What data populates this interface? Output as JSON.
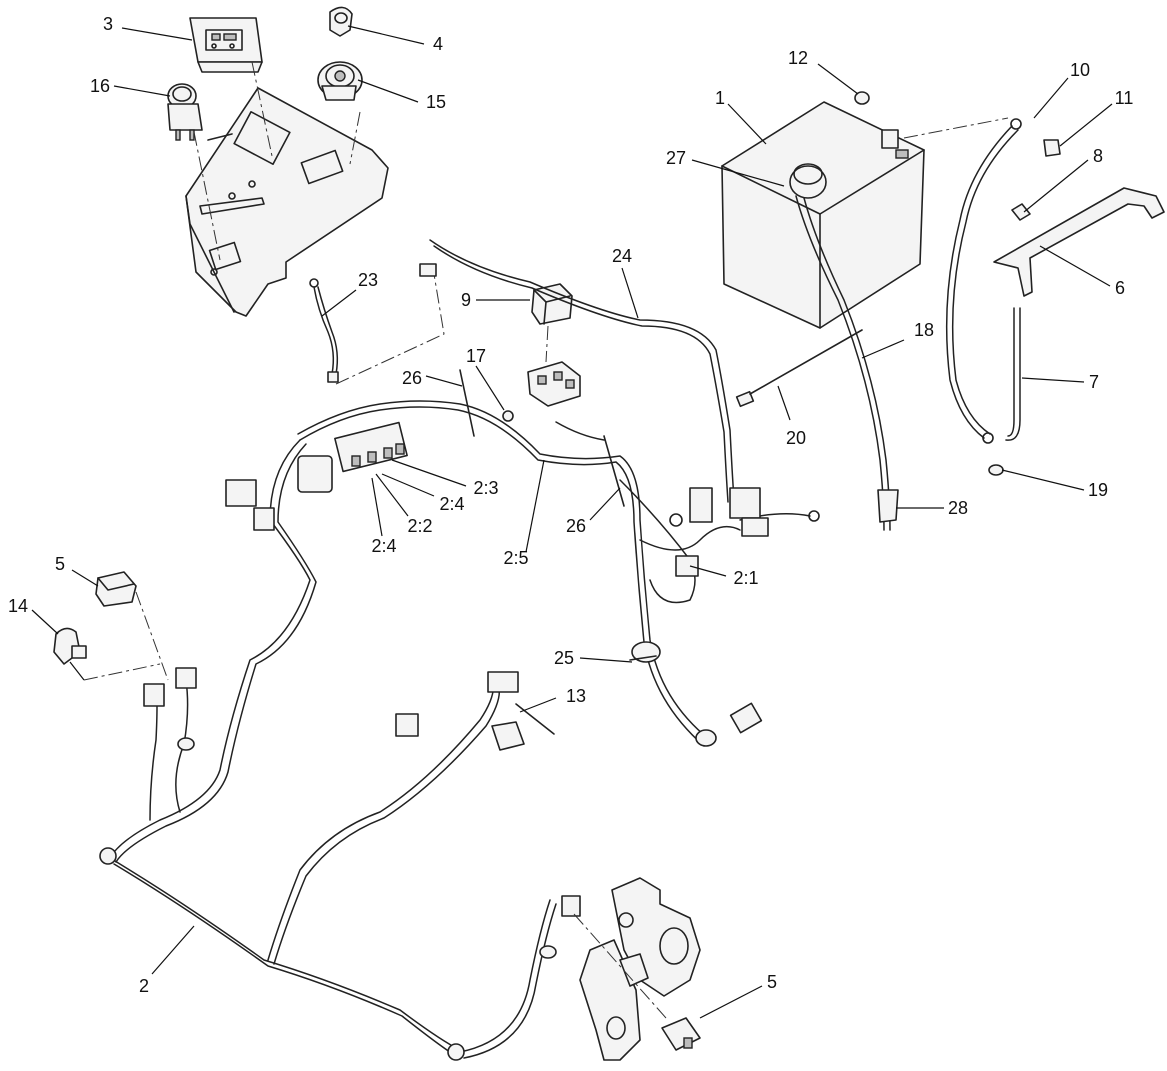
{
  "callouts": [
    {
      "id": "c1",
      "label": "1"
    },
    {
      "id": "c2",
      "label": "2"
    },
    {
      "id": "c2-1",
      "label": "2:1"
    },
    {
      "id": "c2-2",
      "label": "2:2"
    },
    {
      "id": "c2-3",
      "label": "2:3"
    },
    {
      "id": "c2-4a",
      "label": "2:4"
    },
    {
      "id": "c2-4b",
      "label": "2:4"
    },
    {
      "id": "c2-5",
      "label": "2:5"
    },
    {
      "id": "c3",
      "label": "3"
    },
    {
      "id": "c4",
      "label": "4"
    },
    {
      "id": "c5a",
      "label": "5"
    },
    {
      "id": "c5b",
      "label": "5"
    },
    {
      "id": "c6",
      "label": "6"
    },
    {
      "id": "c7",
      "label": "7"
    },
    {
      "id": "c8",
      "label": "8"
    },
    {
      "id": "c9",
      "label": "9"
    },
    {
      "id": "c10",
      "label": "10"
    },
    {
      "id": "c11",
      "label": "11"
    },
    {
      "id": "c12",
      "label": "12"
    },
    {
      "id": "c13",
      "label": "13"
    },
    {
      "id": "c14",
      "label": "14"
    },
    {
      "id": "c15",
      "label": "15"
    },
    {
      "id": "c16",
      "label": "16"
    },
    {
      "id": "c17",
      "label": "17"
    },
    {
      "id": "c18",
      "label": "18"
    },
    {
      "id": "c19",
      "label": "19"
    },
    {
      "id": "c20",
      "label": "20"
    },
    {
      "id": "c23",
      "label": "23"
    },
    {
      "id": "c24",
      "label": "24"
    },
    {
      "id": "c25",
      "label": "25"
    },
    {
      "id": "c26a",
      "label": "26"
    },
    {
      "id": "c26b",
      "label": "26"
    },
    {
      "id": "c27",
      "label": "27"
    },
    {
      "id": "c28",
      "label": "28"
    }
  ]
}
